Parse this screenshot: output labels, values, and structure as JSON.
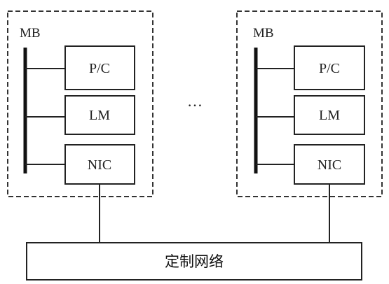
{
  "nodes": [
    {
      "board_label": "MB",
      "modules": {
        "processor": "P/C",
        "memory": "LM",
        "nic": "NIC"
      }
    },
    {
      "board_label": "MB",
      "modules": {
        "processor": "P/C",
        "memory": "LM",
        "nic": "NIC"
      }
    }
  ],
  "ellipsis": "…",
  "network": {
    "label": "定制网络"
  },
  "colors": {
    "line": "#222222",
    "dashed_outline": "#333333",
    "background": "#ffffff"
  }
}
